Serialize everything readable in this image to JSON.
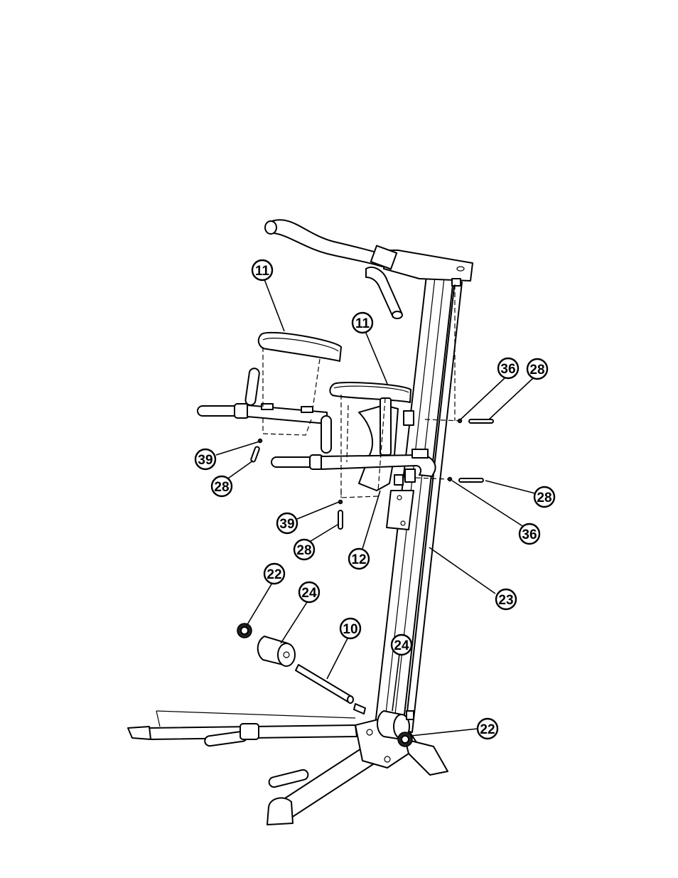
{
  "callouts": [
    {
      "label": "11"
    },
    {
      "label": "11"
    },
    {
      "label": "36"
    },
    {
      "label": "28"
    },
    {
      "label": "39"
    },
    {
      "label": "28"
    },
    {
      "label": "28"
    },
    {
      "label": "39"
    },
    {
      "label": "36"
    },
    {
      "label": "28"
    },
    {
      "label": "12"
    },
    {
      "label": "22"
    },
    {
      "label": "24"
    },
    {
      "label": "23"
    },
    {
      "label": "10"
    },
    {
      "label": "24"
    },
    {
      "label": "22"
    }
  ]
}
